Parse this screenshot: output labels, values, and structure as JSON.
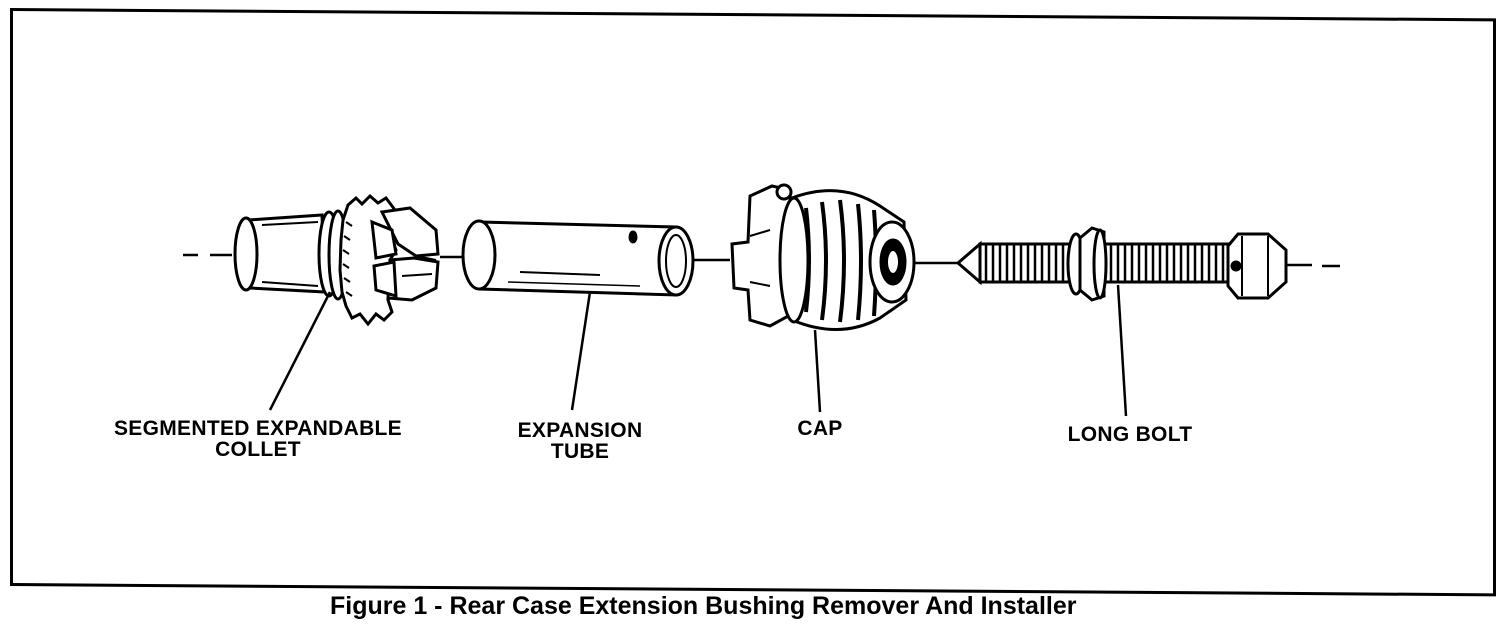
{
  "figure": {
    "labels": {
      "collet_line1": "SEGMENTED EXPANDABLE",
      "collet_line2": "COLLET",
      "tube_line1": "EXPANSION",
      "tube_line2": "TUBE",
      "cap": "CAP",
      "bolt": "LONG BOLT"
    },
    "caption": "Figure 1 - Rear Case Extension Bushing Remover And Installer"
  }
}
